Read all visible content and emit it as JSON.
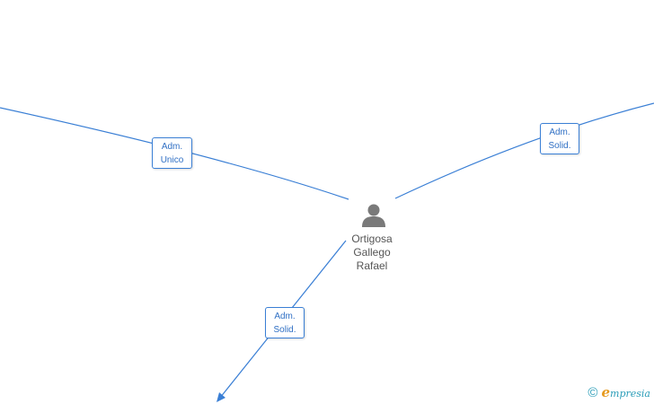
{
  "person": {
    "name_lines": [
      "Ortigosa",
      "Gallego",
      "Rafael"
    ],
    "icon": "person-icon"
  },
  "relations": [
    {
      "label_lines": [
        "Adm.",
        "Unico"
      ]
    },
    {
      "label_lines": [
        "Adm.",
        "Solid."
      ]
    },
    {
      "label_lines": [
        "Adm.",
        "Solid."
      ]
    }
  ],
  "watermark": {
    "copyright_symbol": "©",
    "brand_initial": "e",
    "brand_rest": "mpresia"
  },
  "colors": {
    "edge": "#3a7fd5",
    "node_icon": "#7a7a7a",
    "label_text": "#2f6fc4",
    "brand": "#2a9db8"
  }
}
